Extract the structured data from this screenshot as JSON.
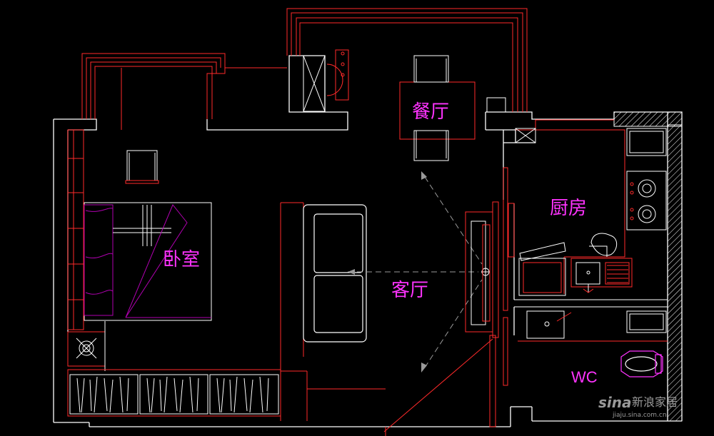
{
  "rooms": {
    "dining": "餐厅",
    "bedroom": "卧室",
    "living": "客厅",
    "kitchen": "厨房",
    "wc": "WC"
  },
  "watermark": {
    "logo": "sina",
    "brand": "新浪家居",
    "url": "jiaju.sina.com.cn"
  },
  "colors": {
    "background": "#000000",
    "wall_line": "#ffffff",
    "detail_line": "#ff2a2a",
    "label": "#ff33ff",
    "bed": "#b000b0"
  }
}
